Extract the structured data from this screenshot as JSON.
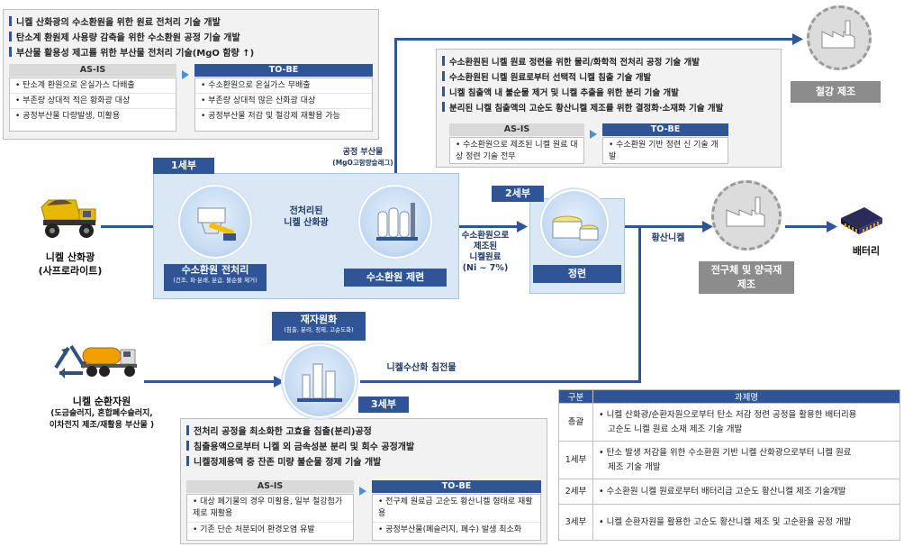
{
  "top_left_box": {
    "bullets": [
      "니켈 산화광의 수소환원을 위한 원료 전처리 기술 개발",
      "탄소계 환원제 사용량 감축을 위한 수소환원 공정 기술 개발",
      "부산물 활용성 제고를 위한 부산물 전처리 기술(MgO 함량 ↑)"
    ],
    "asis_title": "AS-IS",
    "asis_items": [
      "탄소계 환원으로 온실가스 다배출",
      "부존량 상대적 적은 황화광 대상",
      "공정부산물 다량발생, 미활용"
    ],
    "tobe_title": "TO-BE",
    "tobe_items": [
      "수소환원으로 온실가스 무배출",
      "부존량 상대적 많은 산화광 대상",
      "공정부산물 저감 및 철강제 재활용 가능"
    ]
  },
  "mid_box": {
    "bullets": [
      "수소환원된 니켈 원료 정련을 위한 물리/화학적 전처리 공정 기술 개발",
      "수소환원된 니켈 원료로부터 선택적 니켈 침출 기술 개발",
      "니켈 침출액 내 불순물 제거 및 니켈 추출을 위한 분리 기술 개발",
      "분리된 니켈 침출액의 고순도 황산니켈 제조를 위한 결정화·소재화 기술 개발"
    ],
    "asis_title": "AS-IS",
    "asis_items": [
      "수소환원으로 제조된 니켈 원료 대상 정련 기술 전무"
    ],
    "tobe_title": "TO-BE",
    "tobe_items": [
      "수소환원 기반 정련 신 기술 개발"
    ]
  },
  "bottom_box": {
    "bullets": [
      "전처리 공정을 최소화한 고효율 침출(분리)공정",
      "침출용액으로부터 니켈 외 금속성분 분리 및 회수 공정개발",
      "니켈정제용액 중 잔존 미량 불순물 정제 기술 개발"
    ],
    "asis_title": "AS-IS",
    "asis_items": [
      "대상 폐기물의 경우 미활용, 일부 철강첨가제로 재활용",
      "기존 단순 처분되어 환경오염 유발"
    ],
    "tobe_title": "TO-BE",
    "tobe_items": [
      "전구체 원료급 고순도 황산니켈 형태로 재활용",
      "공정부산물(폐슬러지, 폐수) 발생 최소화"
    ]
  },
  "steps": {
    "step1": "1세부",
    "step2": "2세부",
    "step3": "3세부"
  },
  "processes": {
    "pretreat_main": "수소환원 전처리",
    "pretreat_sub": "(건조, 파·분쇄, 분급, 불순물 제거)",
    "refine": "수소환원 제련",
    "purify": "정련",
    "recycle_main": "재자원화",
    "recycle_sub": "(침출, 분리, 정제, 고순도화)"
  },
  "flow_labels": {
    "byproduct_1": "공정 부산물",
    "byproduct_2": "(MgO고함량슬래그)",
    "pretreated_1": "전처리된",
    "pretreated_2": "니켈 산화광",
    "reduced_1": "수소환원으로",
    "reduced_2": "제조된",
    "reduced_3": "니켈원료",
    "reduced_4": "(Ni ~ 7%)",
    "nickel_sulfate": "황산니켈",
    "hydroxide": "니켈수산화 침전물"
  },
  "sources": {
    "ore_1": "니켈 산화광",
    "ore_2": "(사프로라이트)",
    "recycled_1": "니켈 순환자원",
    "recycled_2": "(도금슬러지, 혼합폐수슬러지,",
    "recycled_3": "이차전지 제조/재활용 부산물 )"
  },
  "outputs": {
    "steel": "철강 제조",
    "precursor_1": "전구체 및 양극재",
    "precursor_2": "제조",
    "battery": "배터리"
  },
  "task_table": {
    "col1": "구분",
    "col2": "과제명",
    "rows": [
      {
        "label": "총괄",
        "line1": "니켈 산화광/순환자원으로부터 탄소 저감 정련 공정을 활용한 배터리용",
        "line2": "고순도 니켈 원료 소재 제조 기술 개발"
      },
      {
        "label": "1세부",
        "line1": "탄소 발생 저감을 위한 수소환원 기반 니켈 산화광으로부터 니켈 원료",
        "line2": "제조 기술 개발"
      },
      {
        "label": "2세부",
        "line1": "수소환원 니켈 원료로부터 배터리급 고순도 황산니켈 제조 기술개발",
        "line2": ""
      },
      {
        "label": "3세부",
        "line1": "니켈 순환자원을 활용한 고순도 황산니켈 제조 및 고순환율 공정 개발",
        "line2": ""
      }
    ]
  },
  "colors": {
    "primary_blue": "#2f5597",
    "gray": "#8c8c8c"
  }
}
